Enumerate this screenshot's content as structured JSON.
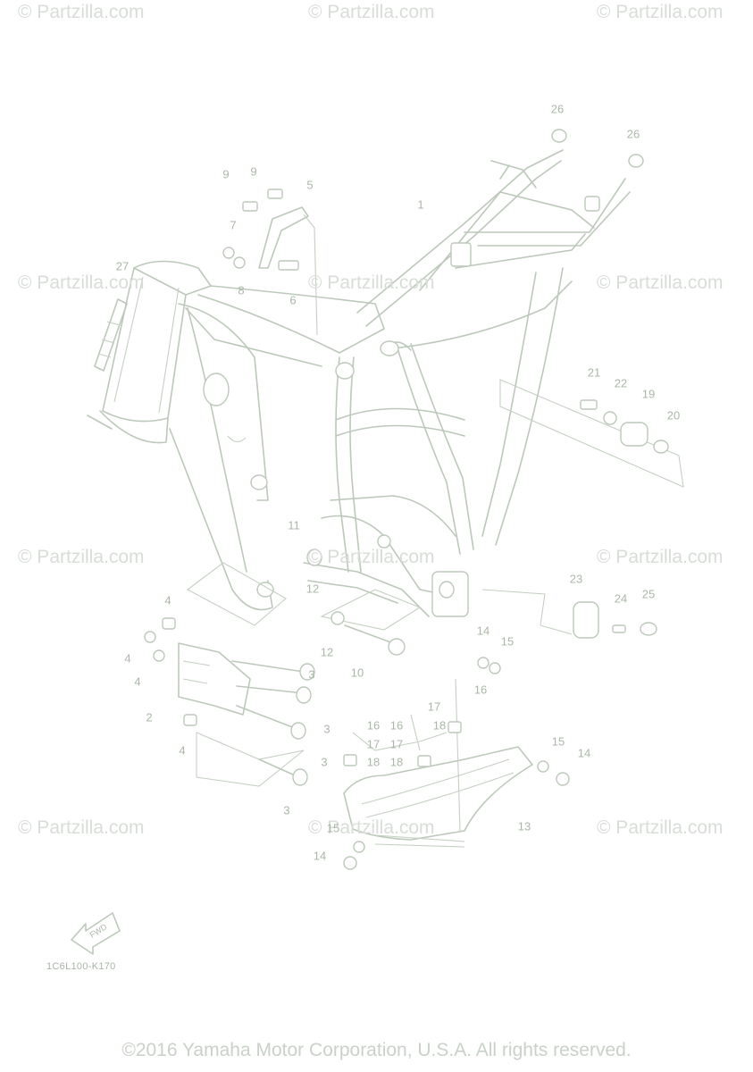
{
  "watermark_text": "© Partzilla.com",
  "copyright": "©2016 Yamaha Motor Corporation, U.S.A. All rights reserved.",
  "diagram_code": "1C6L100-K170",
  "fwd_label": "FWD",
  "callouts": [
    {
      "id": "c26a",
      "label": "26"
    },
    {
      "id": "c26b",
      "label": "26"
    },
    {
      "id": "c9a",
      "label": "9"
    },
    {
      "id": "c9b",
      "label": "9"
    },
    {
      "id": "c5",
      "label": "5"
    },
    {
      "id": "c7",
      "label": "7"
    },
    {
      "id": "c8",
      "label": "8"
    },
    {
      "id": "c6",
      "label": "6"
    },
    {
      "id": "c1",
      "label": "1"
    },
    {
      "id": "c27",
      "label": "27"
    },
    {
      "id": "c21",
      "label": "21"
    },
    {
      "id": "c22",
      "label": "22"
    },
    {
      "id": "c19",
      "label": "19"
    },
    {
      "id": "c20",
      "label": "20"
    },
    {
      "id": "c11",
      "label": "11"
    },
    {
      "id": "c12a",
      "label": "12"
    },
    {
      "id": "c23",
      "label": "23"
    },
    {
      "id": "c24",
      "label": "24"
    },
    {
      "id": "c25",
      "label": "25"
    },
    {
      "id": "c4a",
      "label": "4"
    },
    {
      "id": "c4b",
      "label": "4"
    },
    {
      "id": "c4c",
      "label": "4"
    },
    {
      "id": "c4d",
      "label": "4"
    },
    {
      "id": "c12b",
      "label": "12"
    },
    {
      "id": "c10",
      "label": "10"
    },
    {
      "id": "c14a",
      "label": "14"
    },
    {
      "id": "c15a",
      "label": "15"
    },
    {
      "id": "c3a",
      "label": "3"
    },
    {
      "id": "c16a",
      "label": "16"
    },
    {
      "id": "c2",
      "label": "2"
    },
    {
      "id": "c3b",
      "label": "3"
    },
    {
      "id": "c17a",
      "label": "17"
    },
    {
      "id": "c16b",
      "label": "16"
    },
    {
      "id": "c16c",
      "label": "16"
    },
    {
      "id": "c18a",
      "label": "18"
    },
    {
      "id": "c17b",
      "label": "17"
    },
    {
      "id": "c17c",
      "label": "17"
    },
    {
      "id": "c3c",
      "label": "3"
    },
    {
      "id": "c18b",
      "label": "18"
    },
    {
      "id": "c18c",
      "label": "18"
    },
    {
      "id": "c15b",
      "label": "15"
    },
    {
      "id": "c14b",
      "label": "14"
    },
    {
      "id": "c3d",
      "label": "3"
    },
    {
      "id": "c13",
      "label": "13"
    },
    {
      "id": "c15c",
      "label": "15"
    },
    {
      "id": "c14c",
      "label": "14"
    }
  ]
}
